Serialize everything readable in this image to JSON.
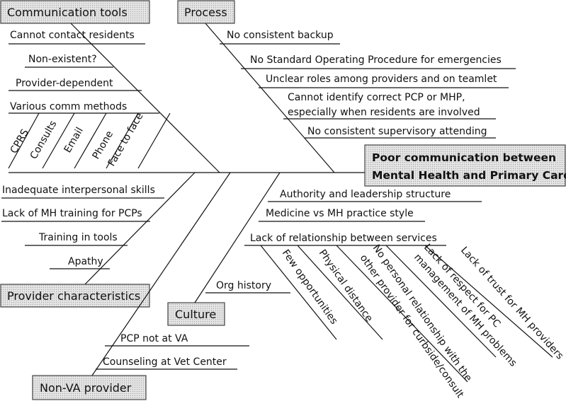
{
  "effect": {
    "line1": "Poor communication between",
    "line2": "Mental Health and Primary Care"
  },
  "categories": {
    "communication_tools": {
      "title": "Communication tools",
      "causes": [
        "Cannot contact residents",
        "Non-existent?",
        "Provider-dependent",
        "Various comm methods"
      ],
      "methods": [
        "CPRS",
        "Consults",
        "Email",
        "Phone",
        "Face to face"
      ]
    },
    "process": {
      "title": "Process",
      "causes": [
        "No consistent backup",
        "No Standard Operating Procedure for emergencies",
        "Unclear roles among providers and on teamlet",
        "Cannot identify correct PCP or MHP,",
        "especially when residents are involved",
        "No consistent supervisory attending"
      ]
    },
    "provider_characteristics": {
      "title": "Provider characteristics",
      "causes": [
        "Inadequate interpersonal skills",
        "Lack of MH training for PCPs",
        "Training in tools",
        "Apathy"
      ]
    },
    "culture": {
      "title": "Culture",
      "causes": [
        "Authority and leadership structure",
        "Medicine vs MH practice style",
        "Lack of relationship between services",
        "Org history"
      ],
      "relationship_subcauses": [
        "Few opportunities",
        "Physical distance",
        "No personal relationship with the",
        "other provider for curbside/consult",
        "Lack of respect for PC",
        "management of MH problems",
        "Lack of trust for MH providers"
      ]
    },
    "non_va_provider": {
      "title": "Non-VA provider",
      "causes": [
        "PCP not at VA",
        "Counseling at Vet Center"
      ]
    }
  }
}
